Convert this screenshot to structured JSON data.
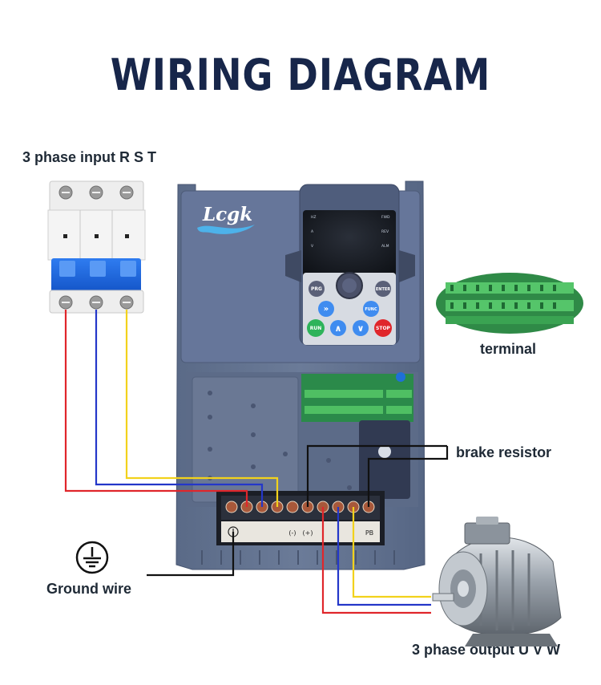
{
  "title": "WIRING DIAGRAM",
  "labels": {
    "input": "3 phase input R S T",
    "terminal": "terminal",
    "brake_resistor": "brake resistor",
    "ground": "Ground wire",
    "output": "3 phase output U V W"
  },
  "device": {
    "logo": "Lcgk",
    "keypad_keys": [
      "PRG",
      "ENTER",
      "»",
      "FUNC",
      "RUN",
      "∧",
      "∨",
      "STOP"
    ],
    "indicators_left": [
      "HZ",
      "A",
      "V"
    ],
    "indicators_right": [
      "FWD",
      "REV",
      "ALM"
    ],
    "terminal_marks": [
      "(-)",
      "(+)",
      "PB"
    ]
  },
  "colors": {
    "wire_red": "#e0262b",
    "wire_blue": "#2437c9",
    "wire_yellow": "#f2d21c",
    "wire_black": "#111111",
    "title": "#17264a"
  }
}
